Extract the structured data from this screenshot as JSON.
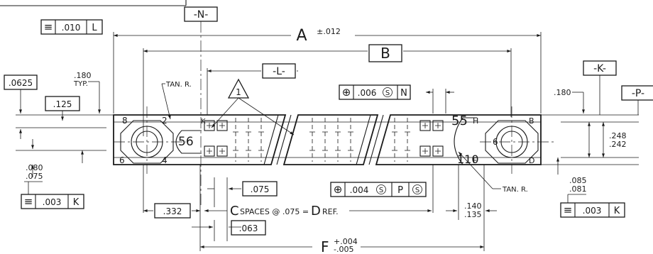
{
  "datums": {
    "n": "-N-",
    "l": "-L-",
    "k": "-K-",
    "p": "-P-"
  },
  "dims": {
    "a": "A",
    "a_tol": "±.012",
    "b": "B",
    "f": "F",
    "f_tol_plus": "+.004",
    "f_tol_minus": "-.005",
    "d0625": ".0625",
    "d180_typ_1": ".180",
    "d180_typ_2": "TYP.",
    "d125": ".125",
    "d080": ".080",
    "d075": ".075",
    "d180_right": ".180",
    "d248": ".248",
    "d242": ".242",
    "d085": ".085",
    "d081": ".081",
    "d140": ".140",
    "d135": ".135",
    "d075_box": ".075",
    "d332": ".332",
    "d063": ".063",
    "spaces_c": "C",
    "spaces_mid": "SPACES @ .075 =",
    "spaces_d": "D",
    "spaces_ref": "REF.",
    "tan_r_left": "TAN. R.",
    "tan_r_right": "TAN. R.",
    "note_flag": "1"
  },
  "fcf": {
    "sym_sym": "≡",
    "sym_pos": "⊕",
    "top_left_val": ".010",
    "top_left_ref": "L",
    "bot_left_val": ".003",
    "bot_left_ref": "K",
    "bot_right_val": ".003",
    "bot_right_ref": "K",
    "pos_top_val": ".006",
    "pos_top_mod": "S",
    "pos_top_ref": "N",
    "pos_mid_val": ".004",
    "pos_mid_mod": "S",
    "pos_mid_ref": "P",
    "pos_mid_mod2": "S"
  },
  "part_labels": {
    "l8": "8",
    "l2": "2",
    "l6": "6",
    "l4": "4",
    "l56a": "56",
    "lh": "H",
    "lb": "B",
    "lf": "F",
    "ld": "D",
    "r6": "6",
    "r55": "55",
    "r110": "110",
    "lk": "K"
  }
}
